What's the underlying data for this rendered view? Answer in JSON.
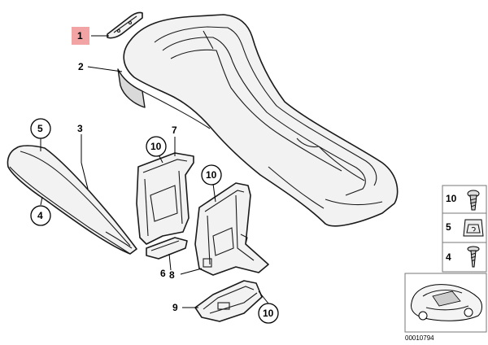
{
  "callouts": {
    "c1": "1",
    "c2": "2",
    "c3": "3",
    "c4": "4",
    "c5": "5",
    "c6": "6",
    "c7": "7",
    "c8": "8",
    "c9": "9",
    "c10a": "10",
    "c10b": "10",
    "c10c": "10"
  },
  "legend": {
    "item10": "10",
    "item5": "5",
    "item4": "4"
  },
  "reference_code": "00010794",
  "colors": {
    "highlight": "#f2a3a3"
  }
}
